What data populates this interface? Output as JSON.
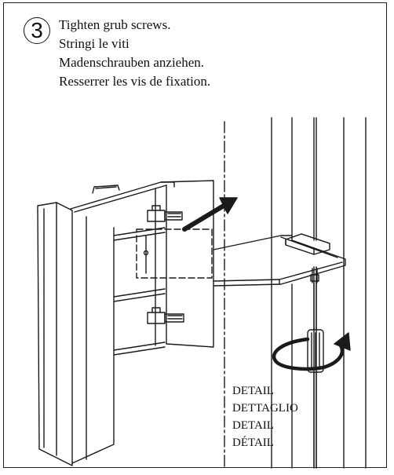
{
  "step": {
    "number": "3",
    "instructions": [
      "Tighten grub screws.",
      "Stringi le viti",
      "Madenschrauben anziehen.",
      "Resserrer les vis de fixation."
    ]
  },
  "detail": {
    "labels": [
      "DETAIL",
      "DETTAGLIO",
      "DETAIL",
      "DÉTAIL"
    ]
  },
  "colors": {
    "line": "#1a1a1a",
    "background": "#ffffff"
  }
}
